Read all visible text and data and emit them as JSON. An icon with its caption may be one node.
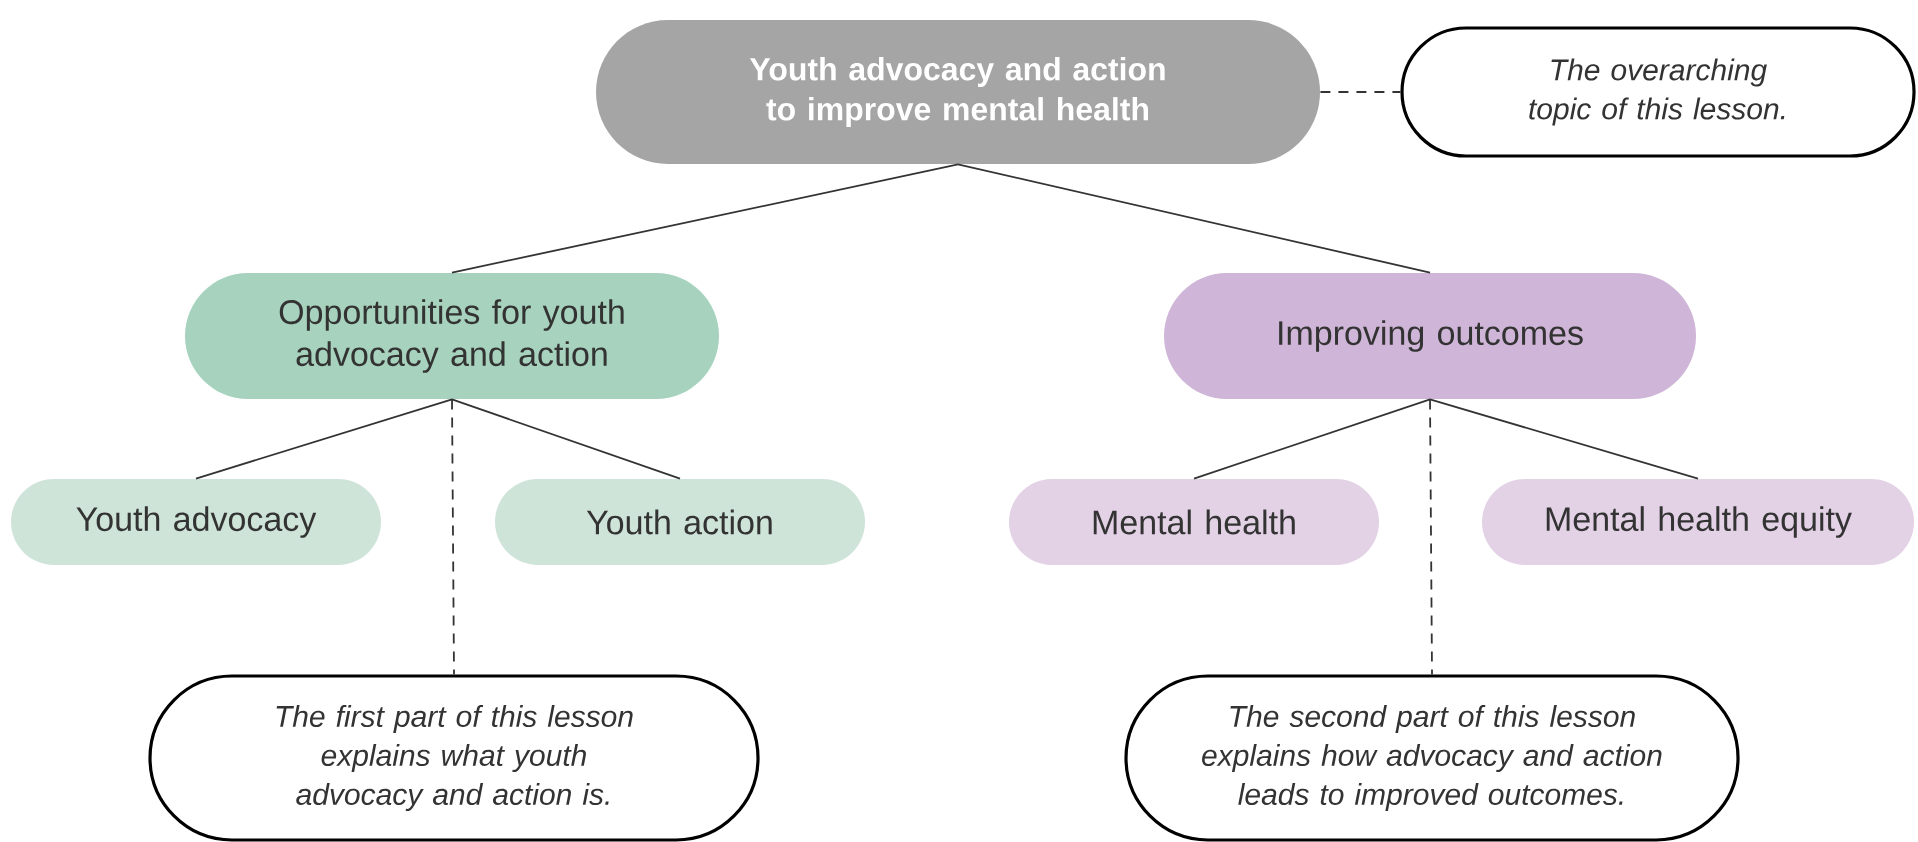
{
  "diagram": {
    "nodes": [
      {
        "text": [
          "Youth advocacy and action to improve mental health"
        ]
      },
      {
        "text": [
          "The overarching topic of this lesson."
        ]
      },
      {
        "text": [
          "Opportunities for youth advocacy and action"
        ]
      },
      {
        "text": [
          "Improving outcomes"
        ]
      },
      {
        "text": [
          "Youth advocacy"
        ]
      },
      {
        "text": [
          "Youth action"
        ]
      },
      {
        "text": [
          "Mental health"
        ]
      },
      {
        "text": [
          "Mental health equity"
        ]
      },
      {
        "text": [
          "The first part of this lesson explains what youth advocacy and action is."
        ]
      },
      {
        "text": [
          "The second part of this lesson explains how advocacy and action leads to improved outcomes."
        ]
      }
    ],
    "edges": [
      {
        "from": 0,
        "to": 1,
        "arrow": "none",
        "style": "dashed"
      },
      {
        "from": 0,
        "to": 2,
        "arrow": "none"
      },
      {
        "from": 0,
        "to": 3,
        "arrow": "none"
      },
      {
        "from": 2,
        "to": 4,
        "arrow": "none"
      },
      {
        "from": 2,
        "to": 5,
        "arrow": "none"
      },
      {
        "from": 3,
        "to": 6,
        "arrow": "none"
      },
      {
        "from": 3,
        "to": 7,
        "arrow": "none"
      },
      {
        "from": 2,
        "to": 8,
        "arrow": "none",
        "style": "dashed"
      },
      {
        "from": 3,
        "to": 9,
        "arrow": "none",
        "style": "dashed"
      }
    ]
  }
}
